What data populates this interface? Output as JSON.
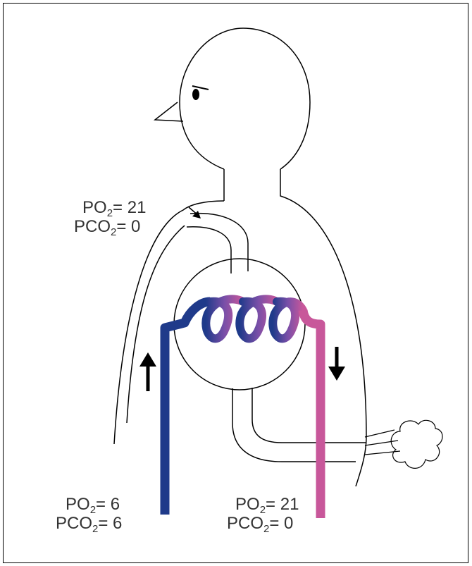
{
  "labels": {
    "inlet": {
      "po2_prefix": "PO",
      "po2_sub": "2",
      "po2_value": "= 21",
      "pco2_prefix": "PCO",
      "pco2_sub": "2",
      "pco2_value": "= 0"
    },
    "venous": {
      "po2_prefix": "PO",
      "po2_sub": "2",
      "po2_value": "= 6",
      "pco2_prefix": "PCO",
      "pco2_sub": "2",
      "pco2_value": "= 6"
    },
    "arterial": {
      "po2_prefix": "PO",
      "po2_sub": "2",
      "po2_value": "= 21",
      "pco2_prefix": "PCO",
      "pco2_sub": "2",
      "pco2_value": "= 0"
    }
  },
  "colors": {
    "venous_blood": "#1f3a8a",
    "arterial_blood": "#c8579a",
    "outline": "#000000"
  },
  "icons": [
    "up-arrow-icon",
    "down-arrow-icon",
    "exhaled-puff-icon",
    "eye-icon"
  ]
}
